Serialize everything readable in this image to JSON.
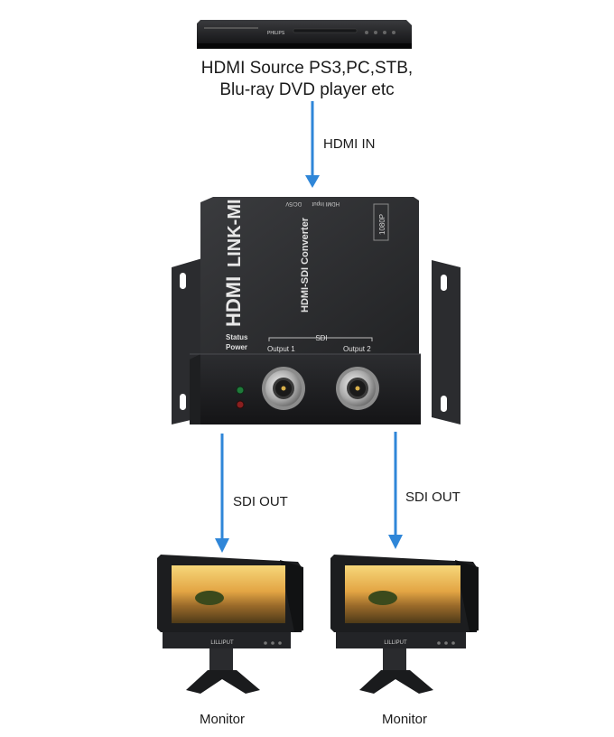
{
  "source": {
    "brand": "PHILIPS",
    "label_line1": "HDMI Source PS3,PC,STB,",
    "label_line2": "Blu-ray DVD player etc"
  },
  "arrows": {
    "hdmi_in": "HDMI IN",
    "sdi_out_left": "SDI OUT",
    "sdi_out_right": "SDI OUT"
  },
  "converter": {
    "brand": "LINK-MI",
    "logo": "HDMI",
    "product": "HDMI-SDI Converter",
    "badge": "1080P",
    "port_dc": "DC/5V",
    "port_hdmi": "HDMI Input",
    "status_label": "Status",
    "power_label": "Power",
    "sdi_group": "SDI",
    "output1": "Output 1",
    "output2": "Output 2"
  },
  "monitors": {
    "brand": "LILLIPUT",
    "left_label": "Monitor",
    "right_label": "Monitor"
  },
  "colors": {
    "arrow": "#2f86d8",
    "device": "#2a2b2d",
    "led_status": "#1f7a3a",
    "led_power": "#8a1f1f"
  }
}
